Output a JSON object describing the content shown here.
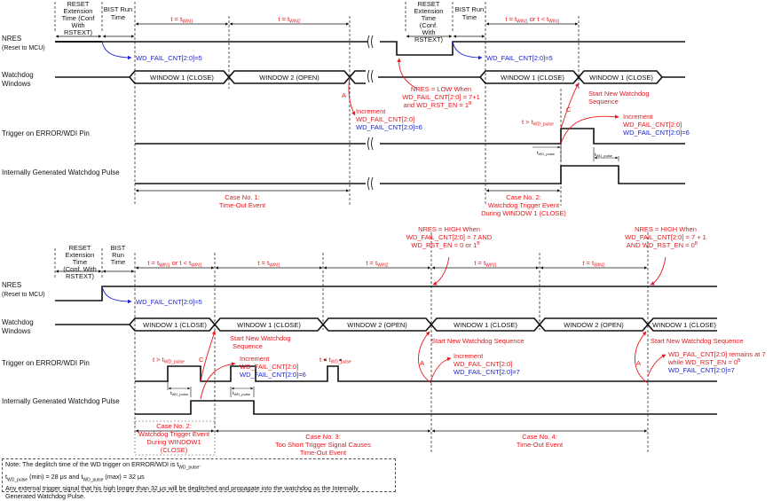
{
  "signals": {
    "nres": [
      "NRES",
      "(Reset to MCU)"
    ],
    "wd_windows": [
      "Watchdog",
      "Windows"
    ],
    "trigger": "Trigger on ERROR/WDI Pin",
    "pulse": "Internally Generated Watchdog Pulse"
  },
  "headers": {
    "reset_ext": [
      "RESET",
      "Extension",
      "Time (Conf",
      "With",
      "RSTEXT)"
    ],
    "reset_ext_2": [
      "RESET",
      "Extension",
      "Time",
      "(Conf.",
      "With",
      "RSTEXT)"
    ],
    "reset_ext_3": [
      "RESET",
      "Extension",
      "Time",
      "(Conf. With",
      "RSTEXT)"
    ],
    "bist": [
      "BIST Run",
      "Time"
    ],
    "bist_3": [
      "BIST",
      "Run",
      "Time"
    ],
    "t_win1": "t = t",
    "t_win1_sub": "WIN1",
    "t_win2": "t = t",
    "t_win2_sub": "WIN2",
    "t_win1_or": "t = t",
    "t_win1_or_sub": "WIN1",
    "t_or_lt": " or  t < t",
    "t_or_lt_sub": "WIN1"
  },
  "windows": {
    "w1_close": "WINDOW 1 (CLOSE)",
    "w2_open": "WINDOW 2 (OPEN)"
  },
  "annotations": {
    "wd_fail_5": "WD_FAIL_CNT[2:0]=5",
    "wd_fail_6": "WD_FAIL_CNT[2:0]=6",
    "wd_fail_7": "WD_FAIL_CNT[2:0]=7",
    "increment": "Increment",
    "wd_fail_field": "WD_FAIL_CNT[2:0]",
    "label_a": "A",
    "label_c": "C",
    "nres_low": [
      "NRES = LOW When",
      "WD_FAIL_CNT[2:0] = 7+1",
      "and WD_RST_EN = 1"
    ],
    "nres_high_1": [
      "NRES = HIGH When",
      "WD_FAIL_CNT[2:0] = 7 AND",
      "WD_RST_EN = 0 or 1"
    ],
    "nres_high_2": [
      "NRES = HIGH When",
      "WD_FAIL_CNT[2:0] = 7 + 1",
      "AND WD_RST_EN = 0"
    ],
    "start_new": [
      "Start New Watchdog",
      "Sequence"
    ],
    "start_new_1line": "Start New Watchdog Sequence",
    "t_gt": "t > t",
    "t_lt": "t < t",
    "wd_pulse_sub": "WD_pulse",
    "remains": [
      "WD_FAIL_CNT[2:0] remains at 7",
      "while WD_RST_EN = 0",
      "WD_FAIL_CNT[2:0]=7"
    ]
  },
  "cases": {
    "case1": [
      "Case No. 1:",
      "Time-Out Event"
    ],
    "case2_top": [
      "Case No. 2:",
      "Watchdog Trigger Event",
      "During WINDOW 1 (CLOSE)"
    ],
    "case2_bot": [
      "Case No. 2:",
      "Watchdog Trigger Event",
      "During WINDOW1",
      "(CLOSE)"
    ],
    "case3": [
      "Case No. 3:",
      "Too Short Trigger Signal Causes",
      "Time-Out Event"
    ],
    "case4": [
      "Case No. 4:",
      "Time-Out Event"
    ]
  },
  "note": {
    "l1a": "Note: The deglitch time of the WD trigger on ERROR/WDI is t",
    "l1sub": "WD_pulse",
    "l1b": ".",
    "l2a": "t",
    "l2sub1": "WD_pulse",
    "l2b": " (min) = 28 μs and t",
    "l2sub2": "WD_pulse",
    "l2c": " (max) = 32 μs",
    "l3": "Any external trigger signal that his high longer than 32 μs will be deglitched and propagate into the watchdog as the Internally",
    "l4": "Generated Watchdog Pulse."
  },
  "colors": {
    "red": "#e8161b",
    "blue": "#1a22d0",
    "ink": "#111111"
  }
}
